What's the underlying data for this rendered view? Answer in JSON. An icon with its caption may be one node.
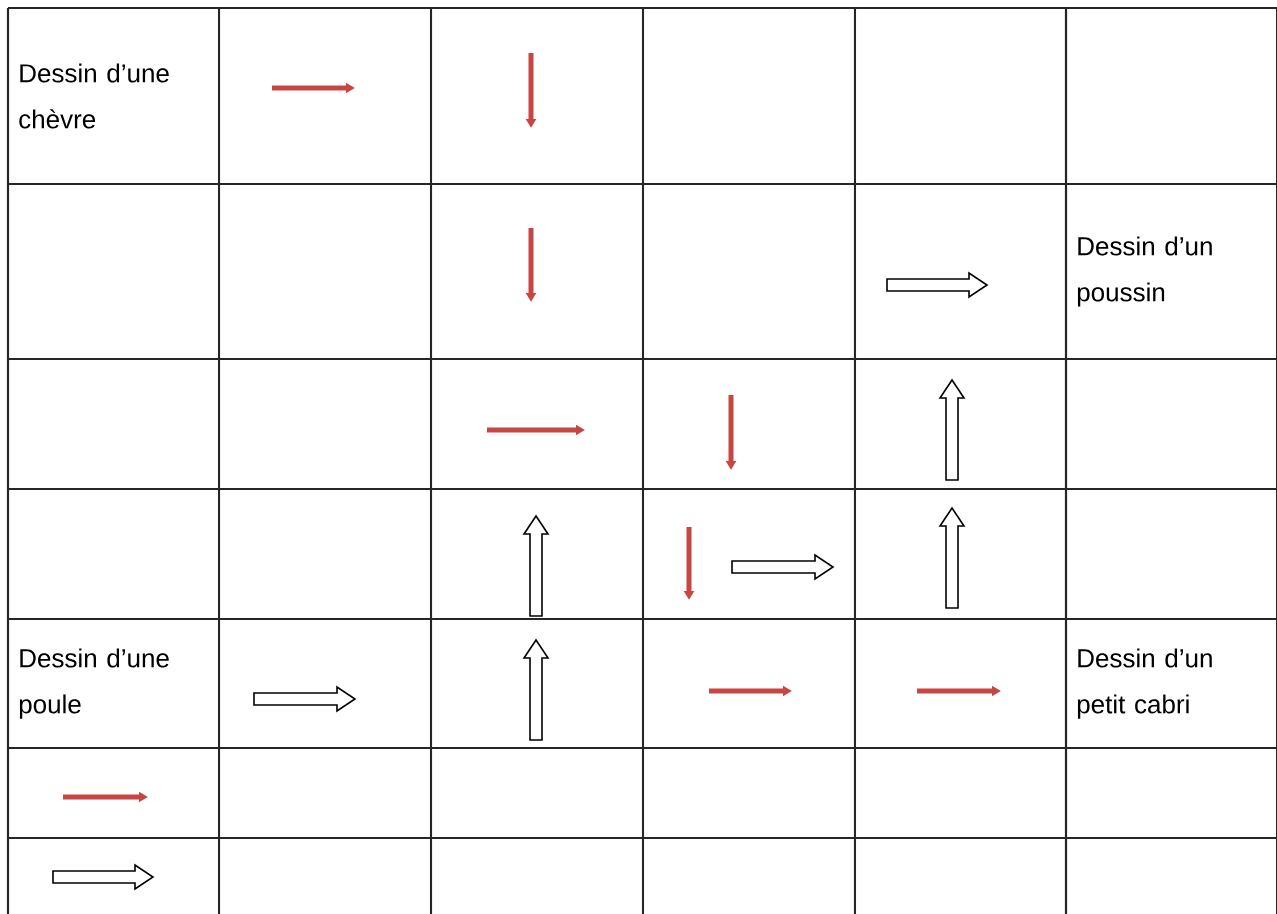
{
  "diagram": {
    "labels": [
      "Dessin d’une chèvre",
      "Dessin d’un poussin",
      "Dessin d’une poule",
      "Dessin d’un petit cabri"
    ]
  }
}
